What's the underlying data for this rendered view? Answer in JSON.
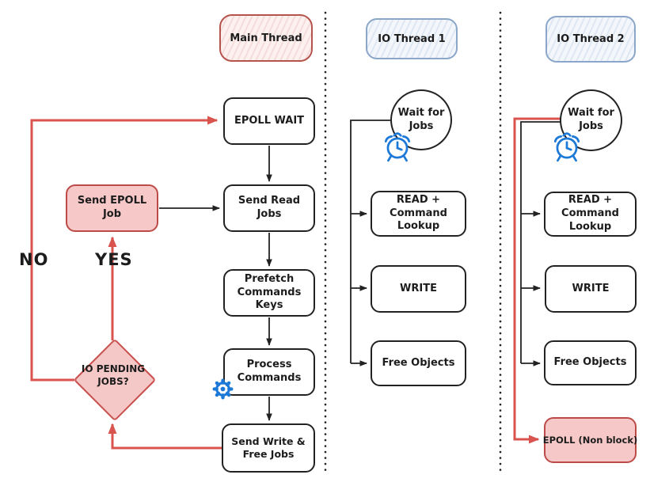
{
  "headers": {
    "main": "Main Thread",
    "io1": "IO Thread 1",
    "io2": "IO Thread 2"
  },
  "main": {
    "epoll_wait": "EPOLL WAIT",
    "send_read_jobs": "Send Read Jobs",
    "prefetch": "Prefetch Commands Keys",
    "process": "Process Commands",
    "send_write_free": "Send Write & Free Jobs",
    "send_epoll_job": "Send EPOLL Job",
    "io_pending": "IO PENDING JOBS?",
    "no": "NO",
    "yes": "YES"
  },
  "io1": {
    "wait": "Wait for Jobs",
    "read": "READ + Command Lookup",
    "write": "WRITE",
    "free": "Free Objects"
  },
  "io2": {
    "wait": "Wait for Jobs",
    "read": "READ + Command Lookup",
    "write": "WRITE",
    "free": "Free Objects",
    "epoll_nonblock": "EPOLL (Non block)"
  },
  "icons": {
    "io1_wait": "alarm-clock-icon",
    "io2_wait": "alarm-clock-icon",
    "process": "gear-icon"
  },
  "colors": {
    "red_accent": "#d9534f",
    "pink_fill": "#f6c9c8",
    "pink_border": "#bc4b47",
    "pink_header_border": "#b5544c",
    "blue_header_fill": "#f3f7fc",
    "blue_header_border": "#8ba6c9",
    "blue_icon": "#1d79d8",
    "line_black": "#222222"
  }
}
